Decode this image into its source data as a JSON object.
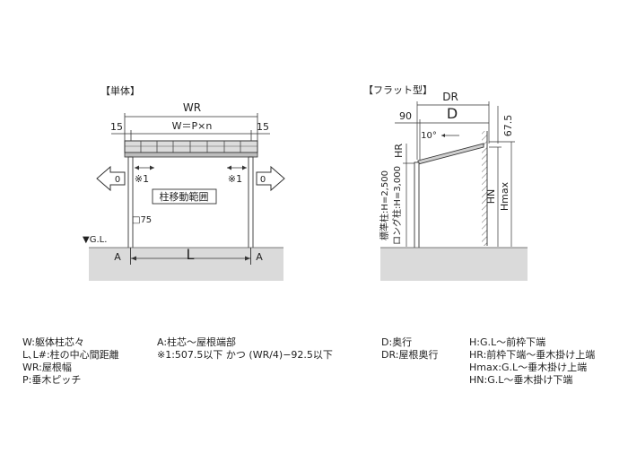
{
  "front_view": {
    "title": "【単体】",
    "wr_label": "WR",
    "w_label": "W＝P×n",
    "left_offset": "15",
    "right_offset": "15",
    "left_zero": "0",
    "right_zero": "0",
    "left_note": "※1",
    "right_note": "※1",
    "post_range": "柱移動範囲",
    "post_size": "□75",
    "ground": "▼G.L.",
    "span_label": "L",
    "left_a": "A",
    "right_a": "A"
  },
  "side_view": {
    "title": "【フラット型】",
    "dr_label": "DR",
    "d_label": "D",
    "left_offset": "90",
    "angle": "10°",
    "top_offset": "67.5",
    "hr_label": "HR",
    "standard_post": "標準柱:H=2,500",
    "long_post": "ロング柱:H=3,000",
    "hn_label": "HN",
    "hmax_label": "Hmax"
  },
  "legend": {
    "col1": [
      "W:躯体柱芯々",
      "L､L#:柱の中心間距離",
      "WR:屋根幅",
      "P:垂木ピッチ"
    ],
    "col2": [
      "A:柱芯～屋根端部",
      "※1:507.5以下 かつ (WR/4)−92.5以下"
    ],
    "col3": [
      "D:奥行",
      "DR:屋根奥行"
    ],
    "col4": [
      "H:G.L～前枠下端",
      "HR:前枠下端～垂木掛け上端",
      "Hmax:G.L～垂木掛け上端",
      "HN:G.L～垂木掛け下端"
    ]
  }
}
